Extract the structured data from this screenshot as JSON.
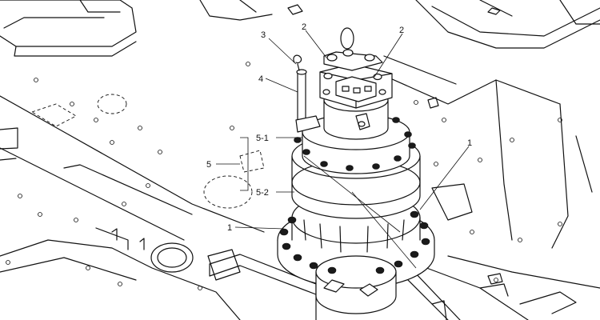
{
  "diagram": {
    "callouts": [
      {
        "id": "c-3",
        "text": "3"
      },
      {
        "id": "c-2a",
        "text": "2"
      },
      {
        "id": "c-2b",
        "text": "2"
      },
      {
        "id": "c-4",
        "text": "4"
      },
      {
        "id": "c-5-1",
        "text": "5-1"
      },
      {
        "id": "c-5",
        "text": "5"
      },
      {
        "id": "c-5-2",
        "text": "5-2"
      },
      {
        "id": "c-1a",
        "text": "1"
      },
      {
        "id": "c-1b",
        "text": "1"
      }
    ]
  }
}
